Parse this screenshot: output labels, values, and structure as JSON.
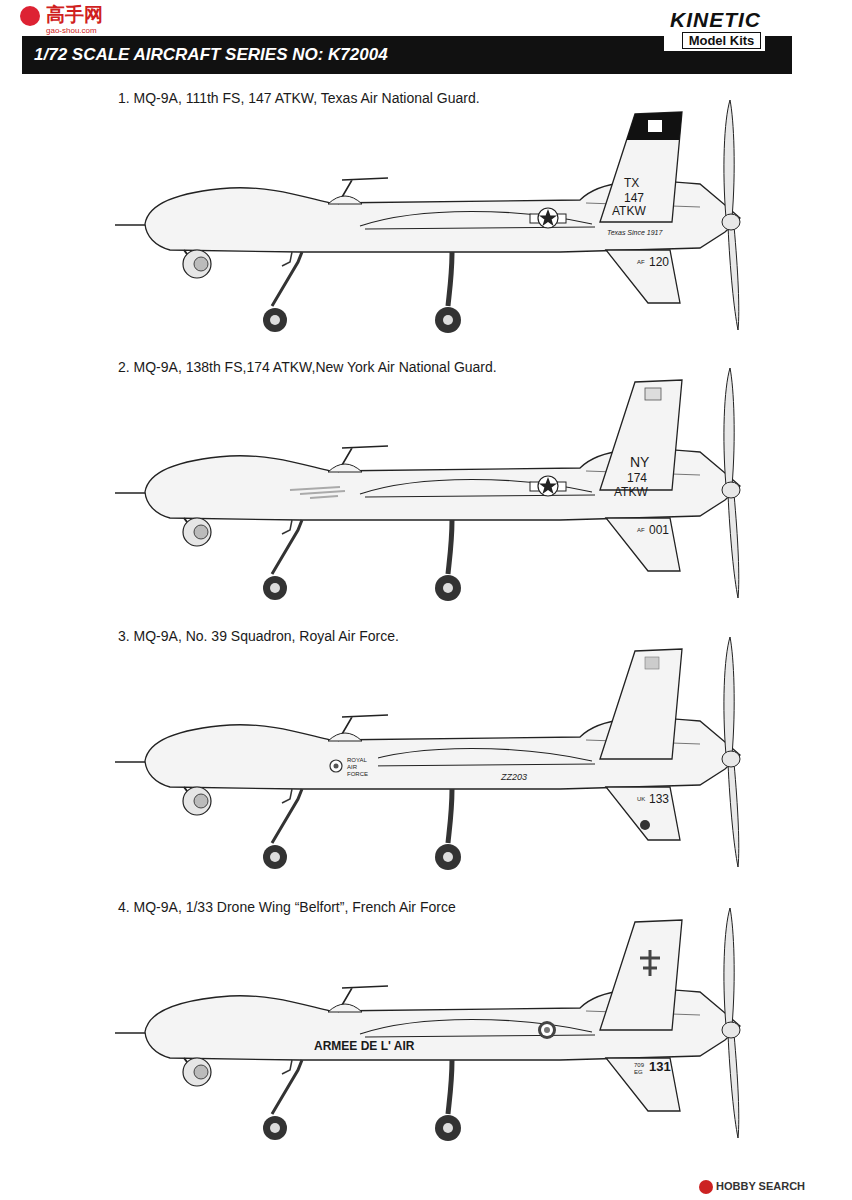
{
  "diagram": {
    "title": "1/72 SCALE AIRCRAFT SERIES NO: K72004",
    "nodes": [
      {
        "text": [
          "KINETIC",
          "Model Kits"
        ]
      }
    ],
    "labels": [
      "高手网",
      "gao-shou.com",
      "1. MQ-9A, 111th FS, 147 ATKW, Texas Air National Guard.",
      "TX",
      "147",
      "ATKW",
      "Texas Since 1917",
      "AF",
      "120",
      "2. MQ-9A, 138th FS,174 ATKW,New York Air National Guard.",
      "NY",
      "174",
      "ATKW",
      "AF",
      "001",
      "3. MQ-9A, No. 39 Squadron, Royal Air Force.",
      "ROYAL AIR FORCE",
      "ZZ203",
      "UK",
      "133",
      "4. MQ-9A, 1/33 Drone Wing “Belfort”, French Air Force",
      "ARMEE DE L' AIR",
      "709 EG",
      "131",
      "HOBBY SEARCH"
    ]
  }
}
